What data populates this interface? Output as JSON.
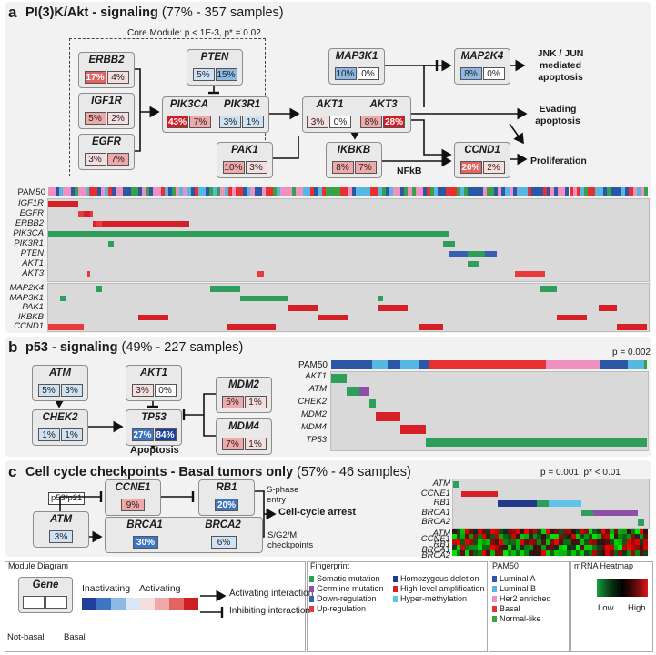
{
  "panel_a": {
    "letter": "a",
    "title": "PI(3)K/Akt - signaling",
    "subtitle": "(77% - 357 samples)",
    "core_module_label": "Core Module: p < 1E-3, p* = 0.02",
    "genes": {
      "ERBB2": [
        "17%",
        "4%"
      ],
      "IGF1R": [
        "5%",
        "2%"
      ],
      "EGFR": [
        "3%",
        "7%"
      ],
      "PTEN": [
        "5%",
        "15%"
      ],
      "PIK3CA": [
        "43%",
        "7%"
      ],
      "PIK3R1": [
        "3%",
        "1%"
      ],
      "AKT1": [
        "3%",
        "0%"
      ],
      "AKT3": [
        "8%",
        "28%"
      ],
      "PAK1": [
        "10%",
        "3%"
      ],
      "IKBKB": [
        "8%",
        "7%"
      ],
      "MAP3K1": [
        "10%",
        "0%"
      ],
      "MAP2K4": [
        "8%",
        "0%"
      ],
      "CCND1": [
        "20%",
        "2%"
      ]
    },
    "outcomes": {
      "jnk": "JNK / JUN mediated apoptosis",
      "evading": "Evading apoptosis",
      "proliferation": "Proliferation",
      "nfkb": "NFkB"
    },
    "pam50_label": "PAM50",
    "rows_top": [
      "IGF1R",
      "EGFR",
      "ERBB2",
      "PIK3CA",
      "PIK3R1",
      "PTEN",
      "AKT1",
      "AKT3"
    ],
    "rows_bottom": [
      "MAP2K4",
      "MAP3K1",
      "PAK1",
      "IKBKB",
      "CCND1"
    ]
  },
  "panel_b": {
    "letter": "b",
    "title": "p53 - signaling",
    "subtitle": "(49% - 227 samples)",
    "genes": {
      "ATM": [
        "5%",
        "3%"
      ],
      "AKT1": [
        "3%",
        "0%"
      ],
      "CHEK2": [
        "1%",
        "1%"
      ],
      "TP53": [
        "27%",
        "84%"
      ],
      "MDM2": [
        "5%",
        "1%"
      ],
      "MDM4": [
        "7%",
        "1%"
      ]
    },
    "apoptosis": "Apoptosis",
    "pam50_label": "PAM50",
    "pvalue": "p = 0.002",
    "rows": [
      "AKT1",
      "ATM",
      "CHEK2",
      "MDM2",
      "MDM4",
      "TP53"
    ]
  },
  "panel_c": {
    "letter": "c",
    "title": "Cell cycle checkpoints - Basal tumors only",
    "subtitle": "(57% - 46 samples)",
    "genes": {
      "CCNE1": [
        "9%"
      ],
      "RB1": [
        "20%"
      ],
      "ATM": [
        "3%"
      ],
      "BRCA1": [
        "30%"
      ],
      "BRCA2": [
        "6%"
      ]
    },
    "p53_label": "p53/p21",
    "s_phase": "S-phase entry",
    "arrest": "Cell-cycle arrest",
    "sg2m": "S/G2/M checkpoints",
    "pvalue": "p = 0.001, p* < 0.01",
    "rows": [
      "ATM",
      "CCNE1",
      "RB1",
      "BRCA1",
      "BRCA2"
    ]
  },
  "legend": {
    "module_title": "Module Diagram",
    "gene": "Gene",
    "not_basal": "Not-basal",
    "basal": "Basal",
    "inactivating": "Inactivating",
    "activating": "Activating",
    "activating_interaction": "Activating interaction",
    "inhibiting_interaction": "Inhibiting interaction",
    "fingerprint_title": "Fingerprint",
    "fp": [
      "Somatic mutation",
      "Germline mutation",
      "Down-regulation",
      "Up-regulation",
      "Homozygous deletion",
      "High-level amplification",
      "Hyper-methylation"
    ],
    "pam50_title": "PAM50",
    "pam50": [
      "Luminal A",
      "Luminal B",
      "Her2 enriched",
      "Basal",
      "Normal-like"
    ],
    "mrna_title": "mRNA Heatmap",
    "low": "Low",
    "high": "High",
    "colors": {
      "somatic": "#2e9e5b",
      "germline": "#8e4fa8",
      "down": "#3b5fb0",
      "up": "#e8393d",
      "homdel": "#233a8a",
      "amp": "#d61f26",
      "hypermeth": "#5fc4e8",
      "lumA": "#2b57a6",
      "lumB": "#56b8e0",
      "her2": "#f090c0",
      "basal": "#e8312f",
      "normal": "#3aa14a"
    },
    "scale": [
      "#1f3f9a",
      "#3d74c4",
      "#8db9e4",
      "#d7e7f5",
      "#f6dede",
      "#f0a9a9",
      "#e36262",
      "#d11d24"
    ]
  }
}
